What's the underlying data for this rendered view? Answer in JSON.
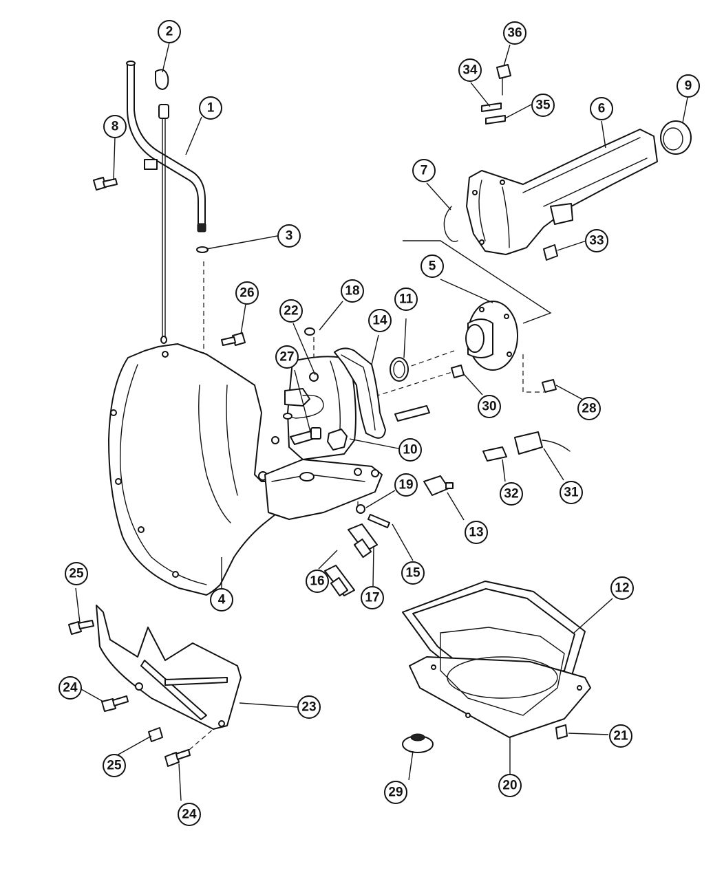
{
  "callouts": [
    {
      "id": "1",
      "label": "1"
    },
    {
      "id": "2",
      "label": "2"
    },
    {
      "id": "3",
      "label": "3"
    },
    {
      "id": "4",
      "label": "4"
    },
    {
      "id": "5",
      "label": "5"
    },
    {
      "id": "6",
      "label": "6"
    },
    {
      "id": "7",
      "label": "7"
    },
    {
      "id": "8",
      "label": "8"
    },
    {
      "id": "9",
      "label": "9"
    },
    {
      "id": "10",
      "label": "10"
    },
    {
      "id": "11",
      "label": "11"
    },
    {
      "id": "12",
      "label": "12"
    },
    {
      "id": "13",
      "label": "13"
    },
    {
      "id": "14",
      "label": "14"
    },
    {
      "id": "15",
      "label": "15"
    },
    {
      "id": "16",
      "label": "16"
    },
    {
      "id": "17",
      "label": "17"
    },
    {
      "id": "18",
      "label": "18"
    },
    {
      "id": "19",
      "label": "19"
    },
    {
      "id": "20",
      "label": "20"
    },
    {
      "id": "21",
      "label": "21"
    },
    {
      "id": "22",
      "label": "22"
    },
    {
      "id": "23",
      "label": "23"
    },
    {
      "id": "24a",
      "label": "24"
    },
    {
      "id": "24b",
      "label": "24"
    },
    {
      "id": "25a",
      "label": "25"
    },
    {
      "id": "25b",
      "label": "25"
    },
    {
      "id": "26",
      "label": "26"
    },
    {
      "id": "27",
      "label": "27"
    },
    {
      "id": "28",
      "label": "28"
    },
    {
      "id": "29",
      "label": "29"
    },
    {
      "id": "30",
      "label": "30"
    },
    {
      "id": "31",
      "label": "31"
    },
    {
      "id": "32",
      "label": "32"
    },
    {
      "id": "33",
      "label": "33"
    },
    {
      "id": "34",
      "label": "34"
    },
    {
      "id": "35",
      "label": "35"
    },
    {
      "id": "36",
      "label": "36"
    }
  ],
  "colors": {
    "line": "#111111",
    "background": "#ffffff"
  }
}
